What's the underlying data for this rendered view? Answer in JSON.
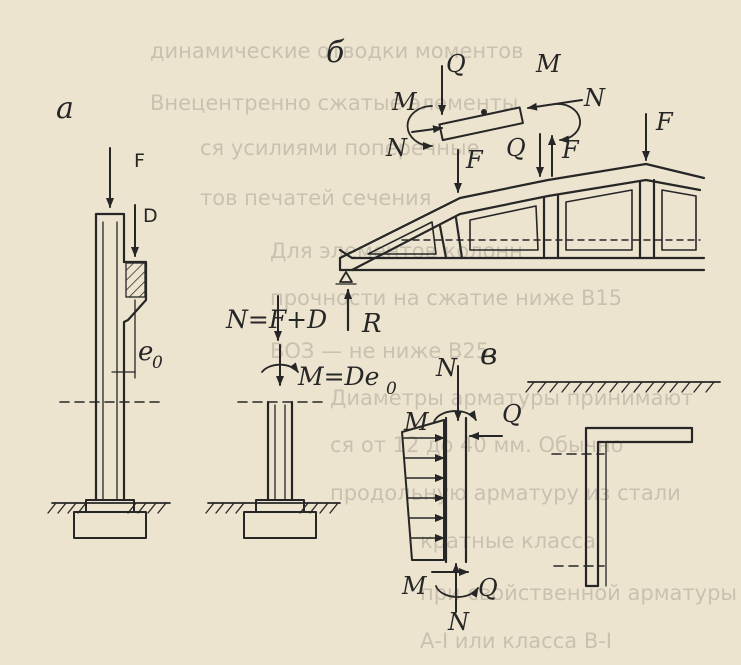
{
  "labels": {
    "panel_a": "a",
    "panel_b": "б",
    "panel_v": "в",
    "a_F": "F",
    "a_D": "D",
    "a_e": "e",
    "a_e_sub": "0",
    "eq_N": "N=F+D",
    "eq_M": "M=De",
    "eq_M_sub": "0",
    "b_Q_top": "Q",
    "b_M_left": "M",
    "b_N_left": "N",
    "b_M_right": "M",
    "b_N_right": "N",
    "b_F1": "F",
    "b_Q_mid": "Q",
    "b_F2": "F",
    "b_F_right": "F",
    "b_R": "R",
    "v_N_top": "N",
    "v_M_top": "M",
    "v_Q_top": "Q",
    "v_M_bot": "M",
    "v_Q_bot": "Q",
    "v_N_bot": "N"
  },
  "background_text": [
    "динамические отводки моментов",
    "Внецентренно сжатые элементы",
    "ся усилиями поперечные",
    "тов печатей сечения",
    "Для элементов колонн",
    "прочности на сжатие ниже В15",
    "ВОЗ — не ниже В25",
    "Диаметры арматуры принимают",
    "ся от 12 до 40 мм. Обычно",
    "продольную арматуру из стали",
    "кратные класса",
    "при свойственной арматуры",
    "А-I или класса В-I"
  ],
  "colors": {
    "paper": "#ece4cf",
    "ink": "#262626"
  }
}
